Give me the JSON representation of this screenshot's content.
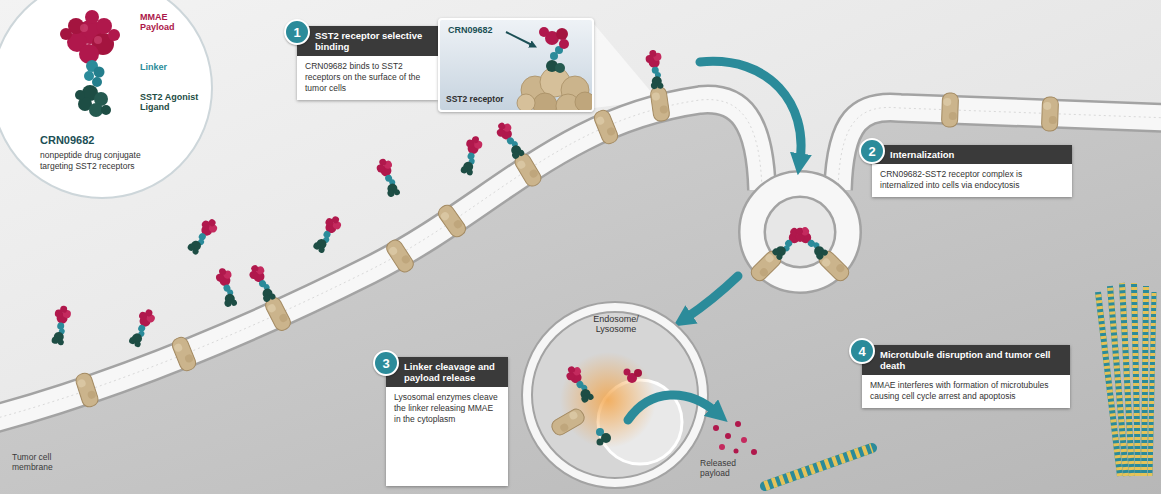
{
  "diagram": {
    "nodes": [
      {
        "text": [
          "MMAE Payload",
          "Linker",
          "SST2 Agonist Ligand",
          "CRN09682",
          "nonpeptide drug conjugate targeting SST2 receptors"
        ]
      },
      {
        "text": [
          "SST2 receptor selective binding",
          "CRN09682 binds to SST2 receptors on the surface of the tumor cells"
        ]
      },
      {
        "text": [
          "1"
        ],
        "in": 1
      },
      {
        "text": [
          "CRN09682",
          "SST2 receptor"
        ]
      },
      {
        "text": [
          "Internalization",
          "CRN09682-SST2 receptor complex is internalized into cells via endocytosis"
        ]
      },
      {
        "text": [
          "2"
        ],
        "in": 4
      },
      {
        "text": [
          "Linker cleavage and payload release",
          "Lysosomal enzymes cleave the linker releasing MMAE in the cytoplasm"
        ]
      },
      {
        "text": [
          "3"
        ],
        "in": 6
      },
      {
        "text": [
          "Endosome/ Lysosome"
        ]
      },
      {
        "text": [
          "Microtubule disruption and tumor cell death",
          "MMAE interferes with formation of microtubules causing cell cycle arrest and apoptosis"
        ]
      },
      {
        "text": [
          "4"
        ],
        "in": 9
      }
    ],
    "labels": [
      "Released payload",
      "Tumor cell membrane"
    ]
  }
}
